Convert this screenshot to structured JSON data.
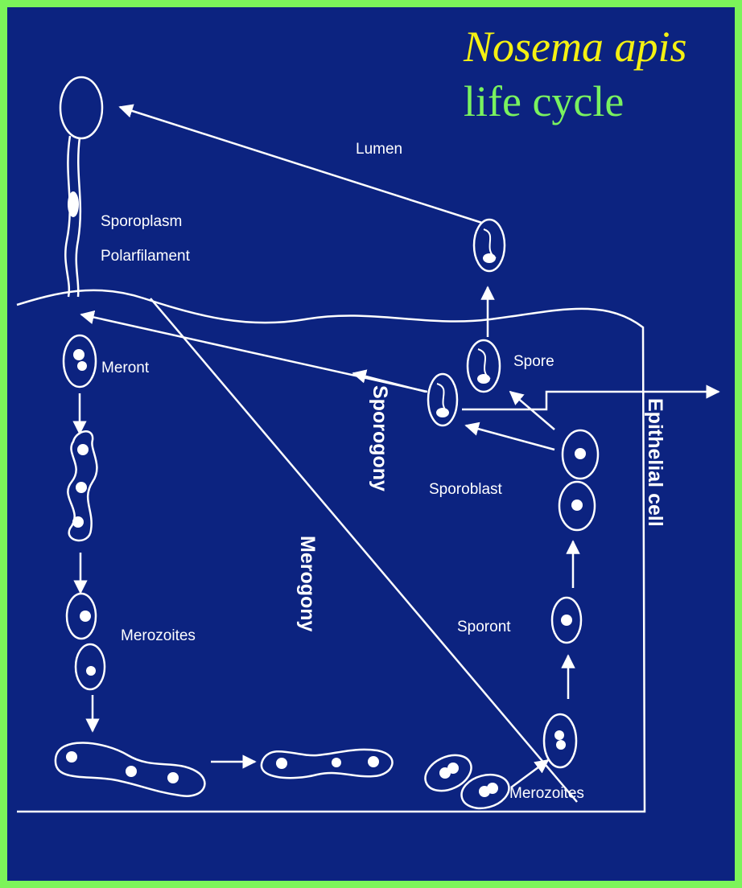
{
  "title": {
    "line1": "Nosema apis",
    "line2": "life cycle"
  },
  "labels": {
    "lumen": "Lumen",
    "sporoplasm": "Sporoplasm",
    "polarfilament": "Polarfilament",
    "meront": "Meront",
    "merozoites_left": "Merozoites",
    "merozoites_right": "Merozoites",
    "spore": "Spore",
    "sporoblast": "Sporoblast",
    "sporont": "Sporont",
    "sporogony": "Sporogony",
    "merogony": "Merogony",
    "epithelial_cell": "Epithelial cell"
  },
  "colors": {
    "background": "#0c2380",
    "border": "#7cf45a",
    "title_italic": "#f4f012",
    "title_plain": "#79f25f",
    "ink": "#ffffff"
  }
}
